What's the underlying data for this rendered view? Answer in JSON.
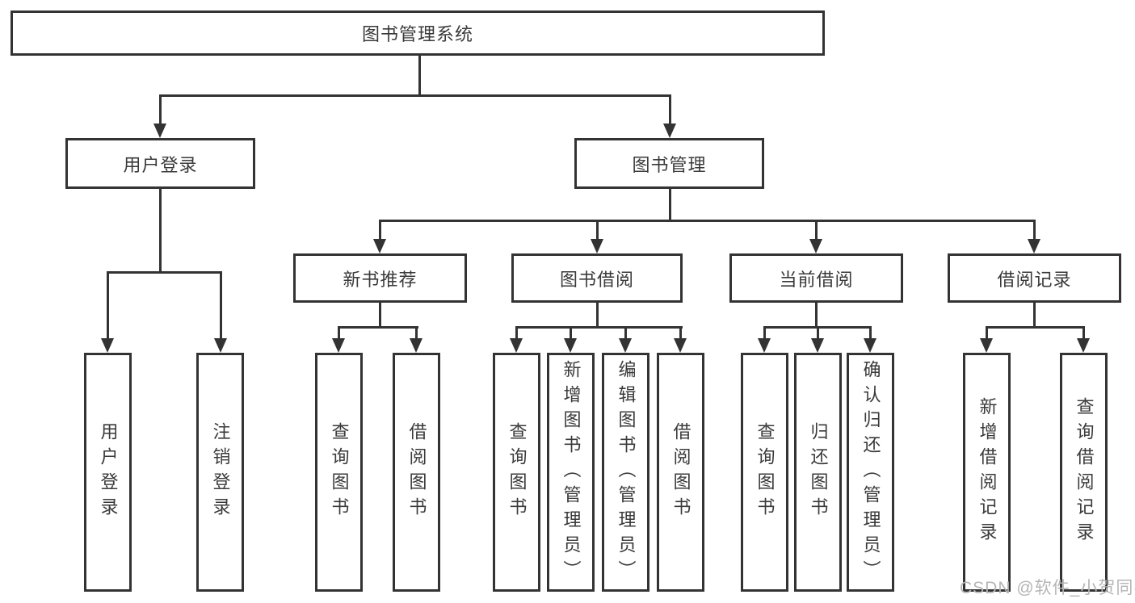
{
  "diagram": {
    "root": {
      "label": "图书管理系统"
    },
    "level2": [
      {
        "label": "用户登录"
      },
      {
        "label": "图书管理"
      }
    ],
    "level3": [
      {
        "label": "新书推荐",
        "parent": "图书管理"
      },
      {
        "label": "图书借阅",
        "parent": "图书管理"
      },
      {
        "label": "当前借阅",
        "parent": "图书管理"
      },
      {
        "label": "借阅记录",
        "parent": "图书管理"
      }
    ],
    "leaves": [
      {
        "label": "用户登录",
        "parent": "用户登录"
      },
      {
        "label": "注销登录",
        "parent": "用户登录"
      },
      {
        "label": "查询图书",
        "parent": "新书推荐"
      },
      {
        "label": "借阅图书",
        "parent": "新书推荐"
      },
      {
        "label": "查询图书",
        "parent": "图书借阅"
      },
      {
        "label": "新增图书（管理员）",
        "parent": "图书借阅"
      },
      {
        "label": "编辑图书（管理员）",
        "parent": "图书借阅"
      },
      {
        "label": "借阅图书",
        "parent": "图书借阅"
      },
      {
        "label": "查询图书",
        "parent": "当前借阅"
      },
      {
        "label": "归还图书",
        "parent": "当前借阅"
      },
      {
        "label": "确认归还（管理员）",
        "parent": "当前借阅"
      },
      {
        "label": "新增借阅记录",
        "parent": "借阅记录"
      },
      {
        "label": "查询借阅记录",
        "parent": "借阅记录"
      }
    ],
    "watermark": "CSDN @软件_小贺同学",
    "colors": {
      "line": "#333333",
      "text": "#3a3a3a",
      "background": "#ffffff",
      "watermark": "#b5b5b5"
    }
  }
}
